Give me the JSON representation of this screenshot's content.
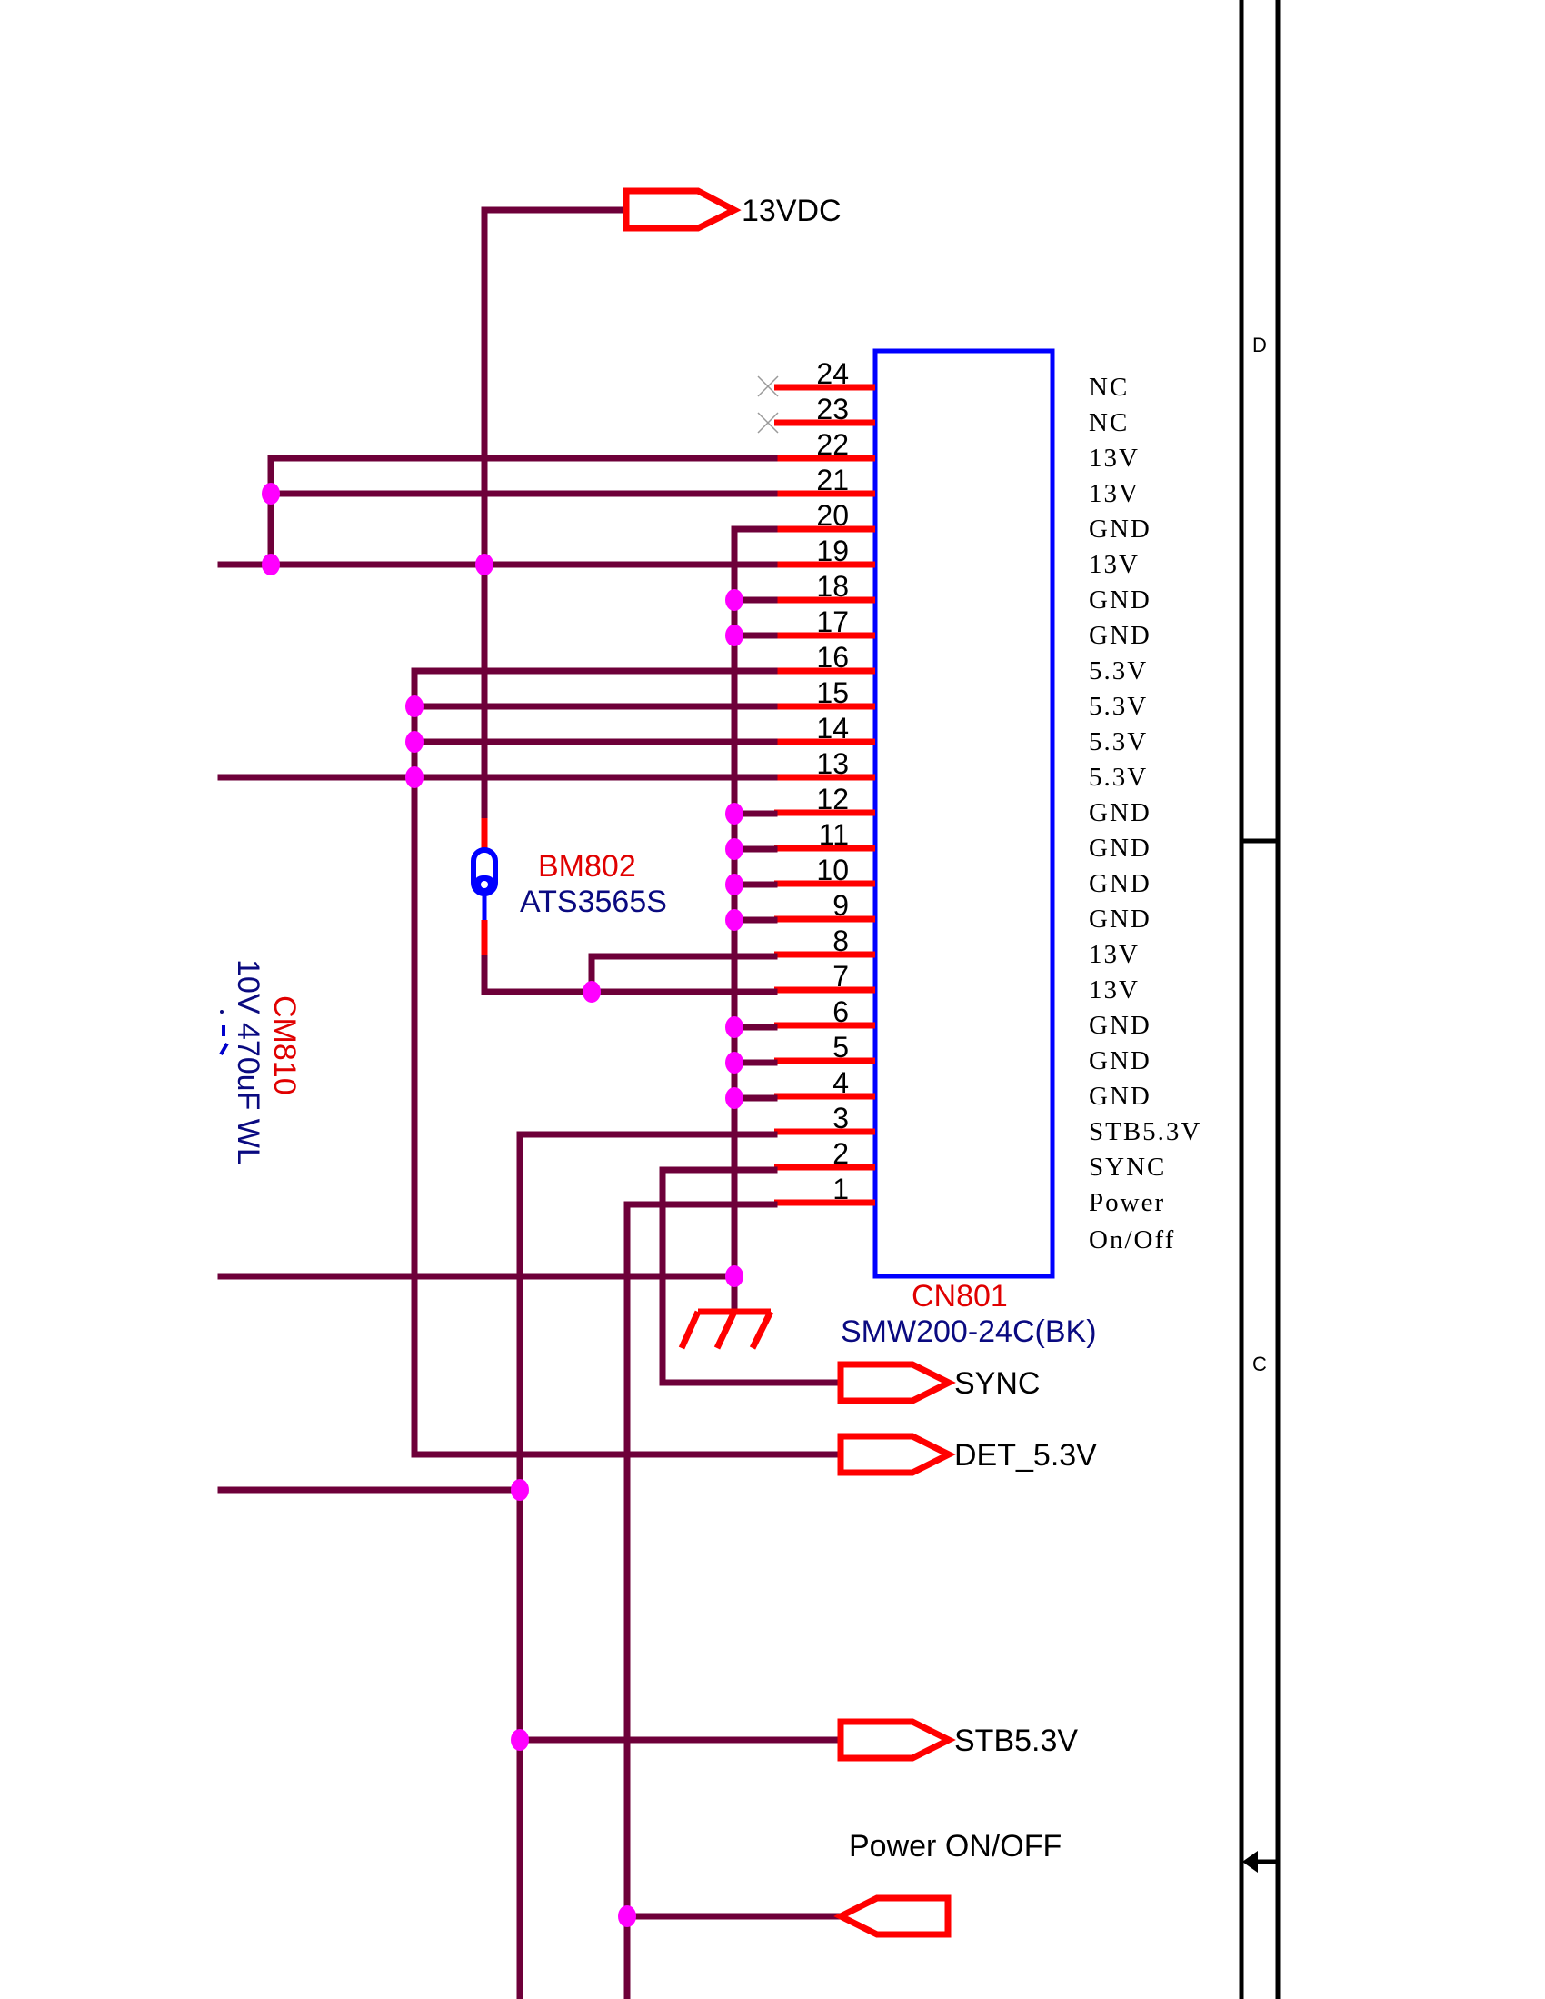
{
  "connector": {
    "refdes": "CN801",
    "part_number": "SMW200-24C(BK)",
    "pins": [
      {
        "num": "24",
        "label": "NC"
      },
      {
        "num": "23",
        "label": "NC"
      },
      {
        "num": "22",
        "label": "13V"
      },
      {
        "num": "21",
        "label": "13V"
      },
      {
        "num": "20",
        "label": "GND"
      },
      {
        "num": "19",
        "label": "13V"
      },
      {
        "num": "18",
        "label": "GND"
      },
      {
        "num": "17",
        "label": "GND"
      },
      {
        "num": "16",
        "label": "5.3V"
      },
      {
        "num": "15",
        "label": "5.3V"
      },
      {
        "num": "14",
        "label": "5.3V"
      },
      {
        "num": "13",
        "label": "5.3V"
      },
      {
        "num": "12",
        "label": "GND"
      },
      {
        "num": "11",
        "label": "GND"
      },
      {
        "num": "10",
        "label": "GND"
      },
      {
        "num": "9",
        "label": "GND"
      },
      {
        "num": "8",
        "label": "13V"
      },
      {
        "num": "7",
        "label": "13V"
      },
      {
        "num": "6",
        "label": "GND"
      },
      {
        "num": "5",
        "label": "GND"
      },
      {
        "num": "4",
        "label": "GND"
      },
      {
        "num": "3",
        "label": "STB5.3V"
      },
      {
        "num": "2",
        "label": "SYNC"
      },
      {
        "num": "1",
        "label": "Power"
      }
    ],
    "pin1_label_line2": "On/Off"
  },
  "components": {
    "bead": {
      "refdes": "BM802",
      "value": "ATS3565S"
    },
    "capacitor": {
      "refdes": "CM810",
      "value": "10V 470uF WL",
      "polarity_mark": ", / /"
    }
  },
  "net_ports": {
    "vdc13": "13VDC",
    "sync": "SYNC",
    "det": "DET_5.3V",
    "stb": "STB5.3V",
    "power_caption": "Power ON/OFF"
  },
  "frame": {
    "zone_d": "D",
    "zone_c": "C"
  },
  "colors": {
    "wire": "#6e0039",
    "pin": "#ff0000",
    "component_box": "#0000ff",
    "junction": "#ff00ff",
    "refdes": "#e00000",
    "value": "#0a0a80"
  }
}
